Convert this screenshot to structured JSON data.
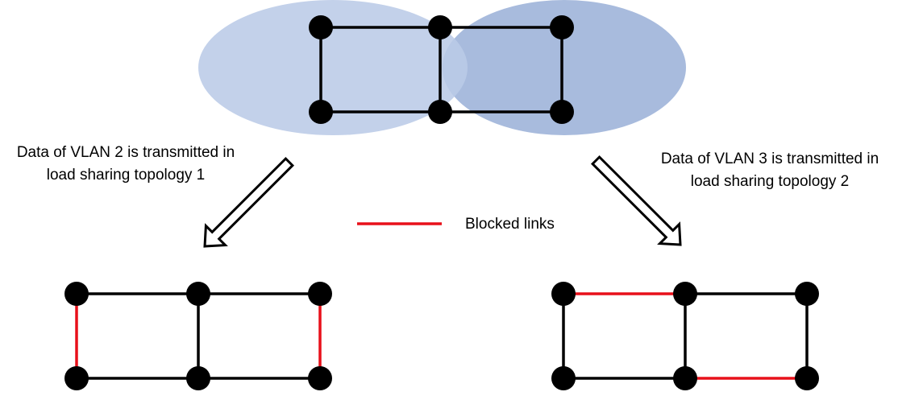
{
  "colors": {
    "ellipse_left": "#c3d1ea",
    "ellipse_right": "#a8bbdd",
    "ellipse_overlap": "#b8c9e6",
    "node": "#000000",
    "link": "#000000",
    "blocked_link": "#e8101a",
    "arrow_outline": "#000000",
    "arrow_fill": "#ffffff"
  },
  "captions": {
    "left": {
      "line1": "Data of VLAN 2 is transmitted in",
      "line2": "load sharing topology 1"
    },
    "right": {
      "line1": "Data of VLAN 3 is transmitted in",
      "line2": "load sharing topology 2"
    }
  },
  "legend": {
    "label": "Blocked links",
    "icon": "red-line-swatch"
  },
  "topologies": {
    "original": {
      "nodes": [
        "top-left",
        "top-middle",
        "top-right",
        "bottom-left",
        "bottom-middle",
        "bottom-right"
      ],
      "blocked_links": []
    },
    "topology_1": {
      "vlan": "VLAN 2",
      "blocked_links": [
        "left-vertical",
        "right-vertical"
      ]
    },
    "topology_2": {
      "vlan": "VLAN 3",
      "blocked_links": [
        "top-left-horizontal",
        "bottom-right-horizontal"
      ]
    }
  }
}
